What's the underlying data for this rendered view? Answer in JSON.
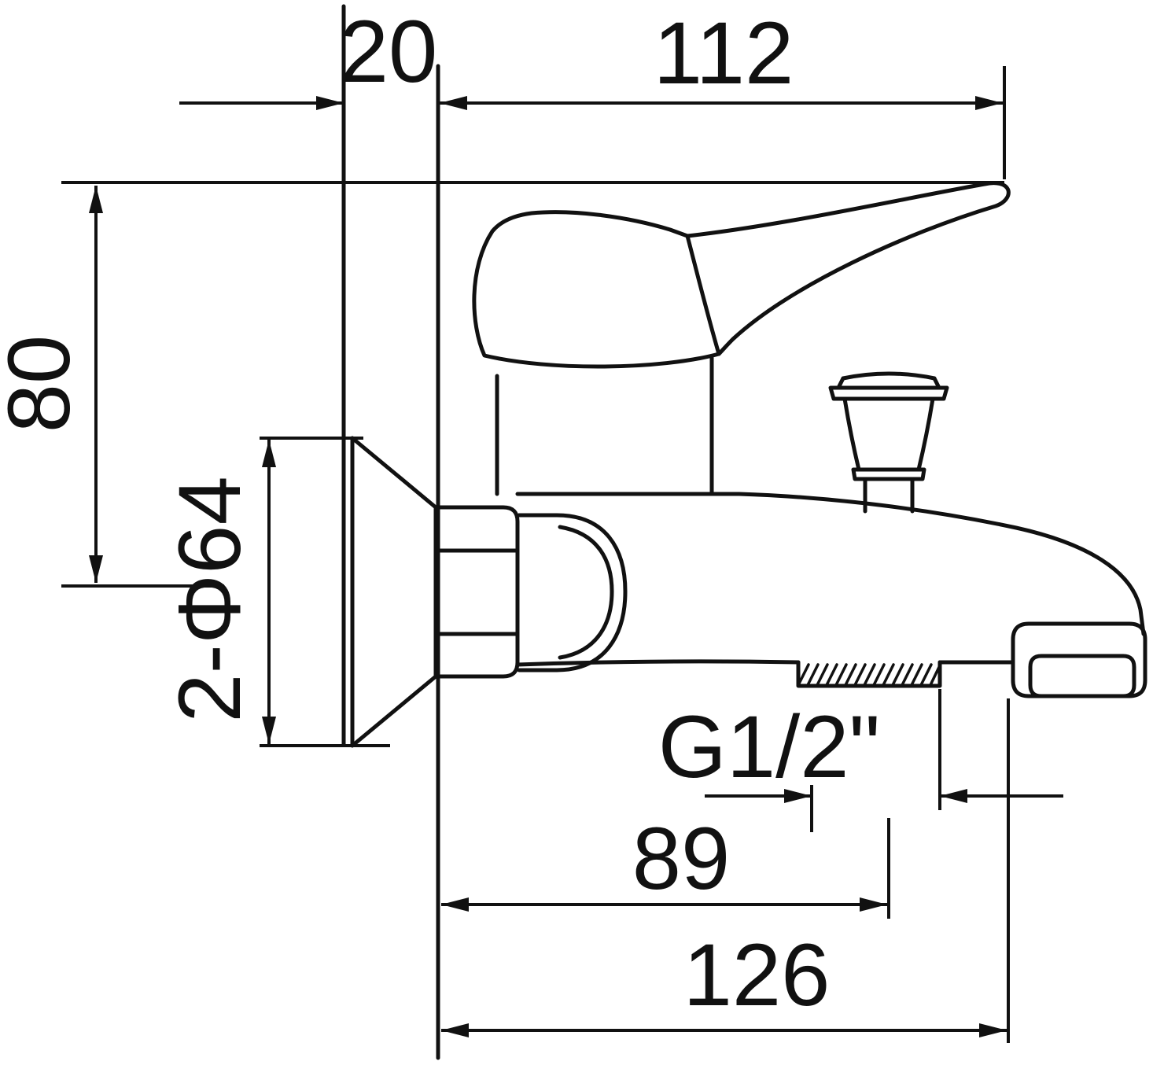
{
  "page": {
    "background": "#ffffff",
    "line_color": "#111111"
  },
  "dims": {
    "wall_thickness": "20",
    "spout_reach": "112",
    "height": "80",
    "flange_diameter": "2-Φ64",
    "thread_size": "G1/2\"",
    "outlet_offset": "89",
    "overall_depth": "126"
  }
}
